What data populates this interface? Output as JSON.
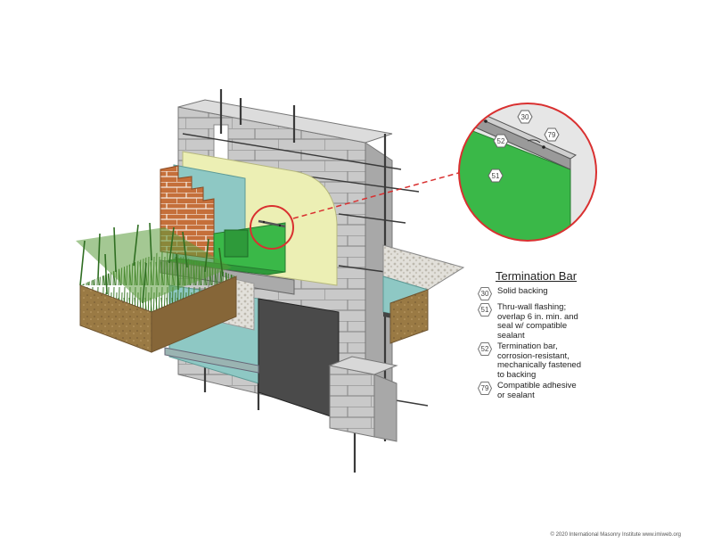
{
  "legend": {
    "title": "Termination Bar",
    "items": [
      {
        "code": "30",
        "text": "Solid backing"
      },
      {
        "code": "51",
        "text": "Thru-wall flashing;\noverlap 6 in. min. and\nseal w/ compatible\nsealant"
      },
      {
        "code": "52",
        "text": "Termination bar,\ncorrosion-resistant,\nmechanically fastened\nto backing"
      },
      {
        "code": "79",
        "text": "Compatible adhesive\nor sealant"
      }
    ]
  },
  "detail": {
    "tags": [
      "30",
      "52",
      "79",
      "51"
    ]
  },
  "copyright": "© 2020 International Masonry Institute  www.imiweb.org",
  "colors": {
    "block": "#c9c9c9",
    "brick": "#c56f3a",
    "insulation": "#8ec8c4",
    "air_barrier": "#ecefb4",
    "flashing": "#3ab848",
    "callout": "#d93030",
    "grass": "#5a9a3a",
    "soil": "#9a7a44",
    "waterproofing": "#444444"
  }
}
